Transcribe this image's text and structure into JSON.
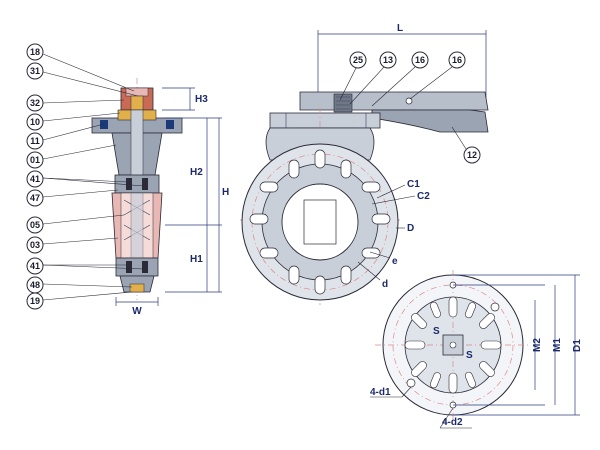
{
  "diagram": {
    "colors": {
      "body_gray": "#9aa4b2",
      "body_light": "#c9cfd9",
      "pink_section": "#e9b7b4",
      "gold_cap": "#e2b04a",
      "red_cap": "#c96a54",
      "dim_blue": "#2b3a80",
      "centerline_red": "#d98a8a"
    },
    "part_callouts": [
      {
        "id": "18",
        "text": "18"
      },
      {
        "id": "31",
        "text": "31"
      },
      {
        "id": "32",
        "text": "32"
      },
      {
        "id": "10",
        "text": "10"
      },
      {
        "id": "11",
        "text": "11"
      },
      {
        "id": "01",
        "text": "01"
      },
      {
        "id": "41a",
        "text": "41"
      },
      {
        "id": "47",
        "text": "47"
      },
      {
        "id": "05",
        "text": "05"
      },
      {
        "id": "03",
        "text": "03"
      },
      {
        "id": "41b",
        "text": "41"
      },
      {
        "id": "48",
        "text": "48"
      },
      {
        "id": "19",
        "text": "19"
      },
      {
        "id": "25",
        "text": "25"
      },
      {
        "id": "13",
        "text": "13"
      },
      {
        "id": "16a",
        "text": "16"
      },
      {
        "id": "16b",
        "text": "16"
      },
      {
        "id": "12",
        "text": "12"
      }
    ],
    "dimensions": {
      "H3": "H3",
      "H2": "H2",
      "H": "H",
      "H1": "H1",
      "W": "W",
      "L": "L",
      "C1": "C1",
      "C2": "C2",
      "D": "D",
      "e": "e",
      "d": "d",
      "S_horizontal": "S",
      "S_vertical": "S",
      "M2": "M2",
      "M1": "M1",
      "D1": "D1",
      "d1": "4-d1",
      "d2": "4-d2"
    }
  }
}
